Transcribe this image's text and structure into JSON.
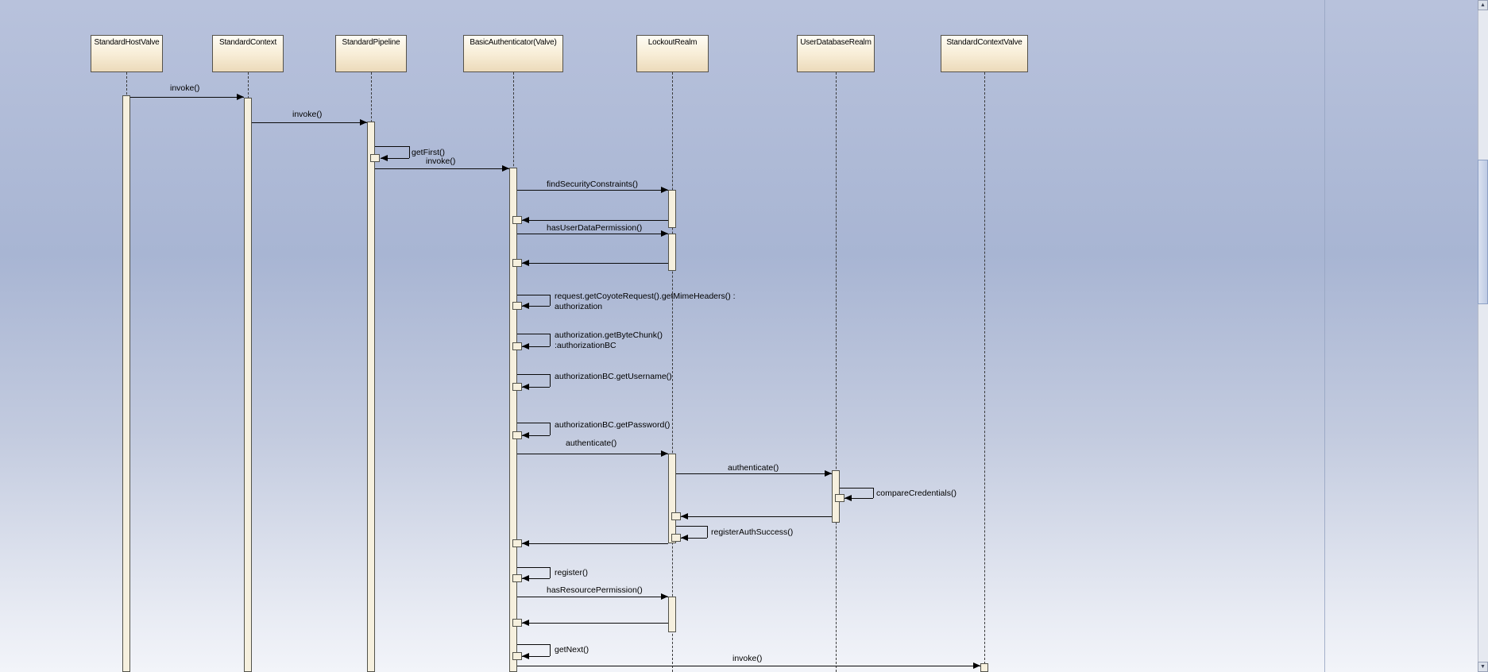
{
  "diagram": {
    "type": "uml-sequence",
    "lifelines": [
      {
        "name": "StandardHostValve"
      },
      {
        "name": "StandardContext"
      },
      {
        "name": "StandardPipeline"
      },
      {
        "name": "BasicAuthenticator(Valve)"
      },
      {
        "name": "LockoutRealm"
      },
      {
        "name": "UserDatabaseRealm"
      },
      {
        "name": "StandardContextValve"
      }
    ],
    "messages": [
      {
        "kind": "call",
        "label": "invoke()",
        "from": "StandardHostValve",
        "to": "StandardContext"
      },
      {
        "kind": "call",
        "label": "invoke()",
        "from": "StandardContext",
        "to": "StandardPipeline"
      },
      {
        "kind": "self-call",
        "label": "getFirst()",
        "from": "StandardPipeline",
        "to": "StandardPipeline"
      },
      {
        "kind": "call",
        "label": "invoke()",
        "from": "StandardPipeline",
        "to": "BasicAuthenticator(Valve)"
      },
      {
        "kind": "call",
        "label": "findSecurityConstraints()",
        "from": "BasicAuthenticator(Valve)",
        "to": "LockoutRealm"
      },
      {
        "kind": "return",
        "label": "",
        "from": "LockoutRealm",
        "to": "BasicAuthenticator(Valve)"
      },
      {
        "kind": "call",
        "label": "hasUserDataPermission()",
        "from": "BasicAuthenticator(Valve)",
        "to": "LockoutRealm"
      },
      {
        "kind": "return",
        "label": "",
        "from": "LockoutRealm",
        "to": "BasicAuthenticator(Valve)"
      },
      {
        "kind": "self-call",
        "label": "request.getCoyoteRequest().getMimeHeaders() :",
        "label2": "authorization",
        "from": "BasicAuthenticator(Valve)",
        "to": "BasicAuthenticator(Valve)"
      },
      {
        "kind": "self-call",
        "label": "authorization.getByteChunk()",
        "label2": ":authorizationBC",
        "from": "BasicAuthenticator(Valve)",
        "to": "BasicAuthenticator(Valve)"
      },
      {
        "kind": "self-call",
        "label": "authorizationBC.getUsername()",
        "from": "BasicAuthenticator(Valve)",
        "to": "BasicAuthenticator(Valve)"
      },
      {
        "kind": "self-call",
        "label": "authorizationBC.getPassword()",
        "from": "BasicAuthenticator(Valve)",
        "to": "BasicAuthenticator(Valve)"
      },
      {
        "kind": "call",
        "label": "authenticate()",
        "from": "BasicAuthenticator(Valve)",
        "to": "LockoutRealm"
      },
      {
        "kind": "call",
        "label": "authenticate()",
        "from": "LockoutRealm",
        "to": "UserDatabaseRealm"
      },
      {
        "kind": "self-call",
        "label": "compareCredentials()",
        "from": "UserDatabaseRealm",
        "to": "UserDatabaseRealm"
      },
      {
        "kind": "return",
        "label": "",
        "from": "UserDatabaseRealm",
        "to": "LockoutRealm"
      },
      {
        "kind": "self-call",
        "label": "registerAuthSuccess()",
        "from": "LockoutRealm",
        "to": "LockoutRealm"
      },
      {
        "kind": "return",
        "label": "",
        "from": "LockoutRealm",
        "to": "BasicAuthenticator(Valve)"
      },
      {
        "kind": "self-call",
        "label": "register()",
        "from": "BasicAuthenticator(Valve)",
        "to": "BasicAuthenticator(Valve)"
      },
      {
        "kind": "call",
        "label": "hasResourcePermission()",
        "from": "BasicAuthenticator(Valve)",
        "to": "LockoutRealm"
      },
      {
        "kind": "return",
        "label": "",
        "from": "LockoutRealm",
        "to": "BasicAuthenticator(Valve)"
      },
      {
        "kind": "self-call",
        "label": "getNext()",
        "from": "BasicAuthenticator(Valve)",
        "to": "BasicAuthenticator(Valve)"
      },
      {
        "kind": "call",
        "label": "invoke()",
        "from": "BasicAuthenticator(Valve)",
        "to": "StandardContextValve"
      }
    ]
  },
  "icons": {
    "scroll_up": "▲",
    "scroll_down": "▼"
  },
  "colors": {
    "background_top": "#b8c2dc",
    "background_bottom": "#f2f4f9",
    "head_fill": "#f8eed8",
    "activation_fill": "#f6f0de",
    "line": "#000000"
  }
}
